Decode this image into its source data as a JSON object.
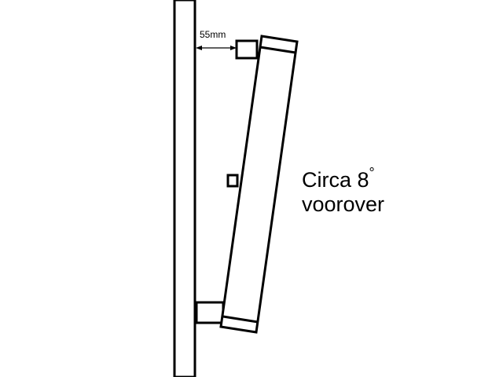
{
  "diagram": {
    "dimension_label": "55mm",
    "angle_line1": "Circa 8",
    "angle_degree_symbol": "°",
    "angle_line2": "voorover",
    "tilt_degrees": 8,
    "stroke_color": "#000000",
    "background_color": "#ffffff"
  }
}
